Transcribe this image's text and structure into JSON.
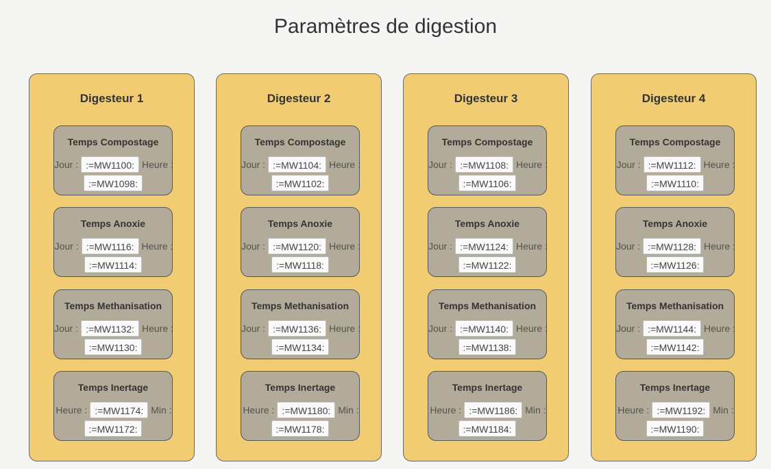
{
  "page": {
    "title": "Paramètres de digestion"
  },
  "colors": {
    "digester_bg": "#f1cc73",
    "param_bg": "#b3ab9a",
    "page_bg": "#f5f5f3"
  },
  "digesters": [
    {
      "title": "Digesteur 1",
      "params": [
        {
          "title": "Temps Compostage",
          "label1": "Jour :",
          "field1": ":=MW1100:",
          "label2": "Heure :",
          "field2": ":=MW1098:"
        },
        {
          "title": "Temps Anoxie",
          "label1": "Jour :",
          "field1": ":=MW1116:",
          "label2": "Heure :",
          "field2": ":=MW1114:"
        },
        {
          "title": "Temps Methanisation",
          "label1": "Jour :",
          "field1": ":=MW1132:",
          "label2": "Heure :",
          "field2": ":=MW1130:"
        },
        {
          "title": "Temps Inertage",
          "label1": "Heure :",
          "field1": ":=MW1174:",
          "label2": "Min :",
          "field2": ":=MW1172:"
        }
      ]
    },
    {
      "title": "Digesteur 2",
      "params": [
        {
          "title": "Temps Compostage",
          "label1": "Jour :",
          "field1": ":=MW1104:",
          "label2": "Heure :",
          "field2": ":=MW1102:"
        },
        {
          "title": "Temps Anoxie",
          "label1": "Jour :",
          "field1": ":=MW1120:",
          "label2": "Heure :",
          "field2": ":=MW1118:"
        },
        {
          "title": "Temps Methanisation",
          "label1": "Jour :",
          "field1": ":=MW1136:",
          "label2": "Heure :",
          "field2": ":=MW1134:"
        },
        {
          "title": "Temps Inertage",
          "label1": "Heure :",
          "field1": ":=MW1180:",
          "label2": "Min :",
          "field2": ":=MW1178:"
        }
      ]
    },
    {
      "title": "Digesteur 3",
      "params": [
        {
          "title": "Temps Compostage",
          "label1": "Jour :",
          "field1": ":=MW1108:",
          "label2": "Heure :",
          "field2": ":=MW1106:"
        },
        {
          "title": "Temps Anoxie",
          "label1": "Jour :",
          "field1": ":=MW1124:",
          "label2": "Heure :",
          "field2": ":=MW1122:"
        },
        {
          "title": "Temps Methanisation",
          "label1": "Jour :",
          "field1": ":=MW1140:",
          "label2": "Heure :",
          "field2": ":=MW1138:"
        },
        {
          "title": "Temps Inertage",
          "label1": "Heure :",
          "field1": ":=MW1186:",
          "label2": "Min :",
          "field2": ":=MW1184:"
        }
      ]
    },
    {
      "title": "Digesteur 4",
      "params": [
        {
          "title": "Temps Compostage",
          "label1": "Jour :",
          "field1": ":=MW1112:",
          "label2": "Heure :",
          "field2": ":=MW1110:"
        },
        {
          "title": "Temps Anoxie",
          "label1": "Jour :",
          "field1": ":=MW1128:",
          "label2": "Heure :",
          "field2": ":=MW1126:"
        },
        {
          "title": "Temps Methanisation",
          "label1": "Jour :",
          "field1": ":=MW1144:",
          "label2": "Heure :",
          "field2": ":=MW1142:"
        },
        {
          "title": "Temps Inertage",
          "label1": "Heure :",
          "field1": ":=MW1192:",
          "label2": "Min :",
          "field2": ":=MW1190:"
        }
      ]
    }
  ]
}
